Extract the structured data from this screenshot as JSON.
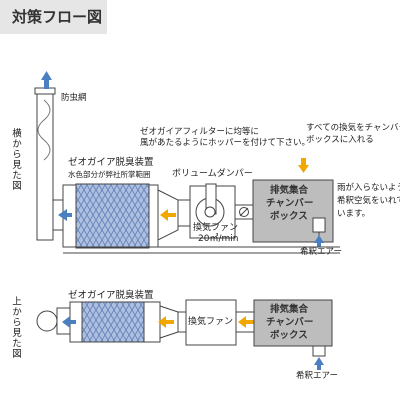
{
  "title": "対策フロー図",
  "side_view": {
    "heading": "横から見た図",
    "labels": {
      "bug_net": "防虫網",
      "deodorizer": "ゼオガイア脱臭装置",
      "deodorizer_note": "水色部分が弊社所掌範囲",
      "filter_note_line1": "ゼオガイアフィルターに均等に",
      "filter_note_line2": "風があたるようにホッパーを付けて下さい。",
      "damper": "ボリュームダンパー",
      "fan": "換気ファン",
      "fan_flow": "20㎥/min",
      "chamber_line1": "排気集合",
      "chamber_line2": "チャンバー",
      "chamber_line3": "ボックス",
      "inlet_note_line1": "すべての換気をチャンバー",
      "inlet_note_line2": "ボックスに入れる",
      "rain_note_line1": "雨が入らないよう",
      "rain_note_line2": "希釈空気をいれて",
      "rain_note_line3": "います。",
      "dilution_air": "希釈エアー"
    }
  },
  "top_view": {
    "heading": "上から見た図",
    "labels": {
      "deodorizer": "ゼオガイア脱臭装置",
      "fan": "換気ファン",
      "chamber_line1": "排気集合",
      "chamber_line2": "チャンバー",
      "chamber_line3": "ボックス",
      "dilution_air": "希釈エアー"
    }
  },
  "colors": {
    "exhaust_arrow": "#4a7fc1",
    "flow_arrow": "#f0a800",
    "filter_fill": "#aebfe0",
    "chamber_fill": "#bdbdbd"
  }
}
